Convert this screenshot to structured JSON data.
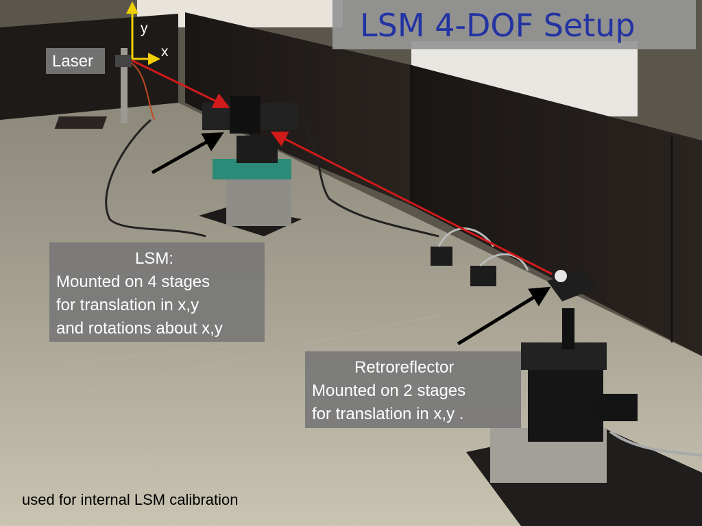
{
  "title": "LSM 4-DOF Setup",
  "laser_label": "Laser",
  "axes": {
    "y": "y",
    "x": "x"
  },
  "lsm_callout": {
    "heading": "LSM:",
    "lines": [
      "Mounted on 4 stages",
      "for translation in x,y",
      "and rotations about x,y"
    ]
  },
  "retro_callout": {
    "heading": "Retroreflector",
    "lines": [
      "Mounted on 2 stages",
      "for translation in x,y ."
    ]
  },
  "caption": "used for internal LSM calibration",
  "colors": {
    "title": "#2233a3",
    "beam": "#d11a1a",
    "axes": "#f2d000",
    "pointer_arrows": "#000000"
  }
}
